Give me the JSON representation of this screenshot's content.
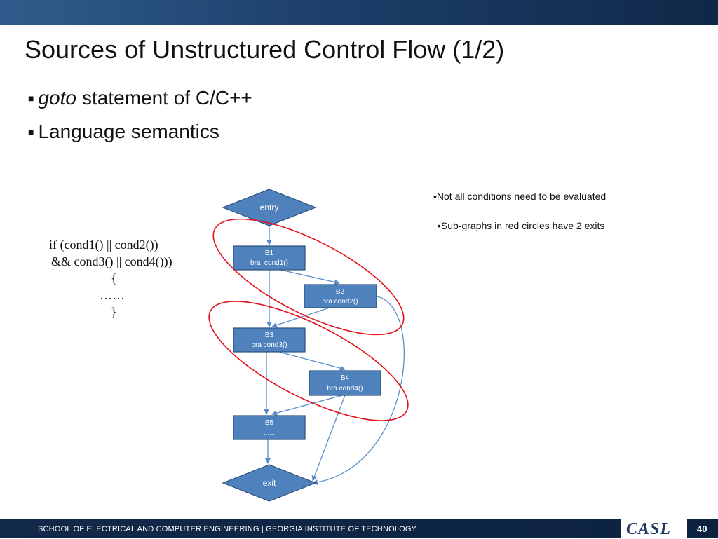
{
  "slide": {
    "title": "Sources of Unstructured Control Flow (1/2)",
    "bullets": [
      {
        "italic": "goto",
        "text": "statement of C/C++"
      },
      {
        "italic": "",
        "text": "Language semantics"
      }
    ],
    "bullet_marker": "■",
    "code_lines": [
      "if (cond1() || cond2())",
      "&& cond3() || cond4()))",
      "{",
      "……",
      "}"
    ],
    "notes": [
      "•Not all conditions need to be evaluated",
      "•Sub-graphs in red circles have 2 exits"
    ]
  },
  "diagram": {
    "entry_label": "entry",
    "exit_label": "exit",
    "blocks": [
      {
        "name": "B1",
        "instr": "bra  cond1()"
      },
      {
        "name": "B2",
        "instr": "bra cond2()"
      },
      {
        "name": "B3",
        "instr": "bra cond3()"
      },
      {
        "name": "B4",
        "instr": "bra cond4()"
      },
      {
        "name": "B5",
        "instr": "……"
      }
    ],
    "colors": {
      "node_fill": "#4f81bd",
      "node_stroke": "#2c4f7c",
      "edge": "#5b8ec9",
      "circle": "#e3121b"
    }
  },
  "footer": {
    "text": "SCHOOL OF ELECTRICAL AND COMPUTER ENGINEERING | GEORGIA INSTITUTE OF TECHNOLOGY",
    "logo": "CASL",
    "page": "40"
  }
}
